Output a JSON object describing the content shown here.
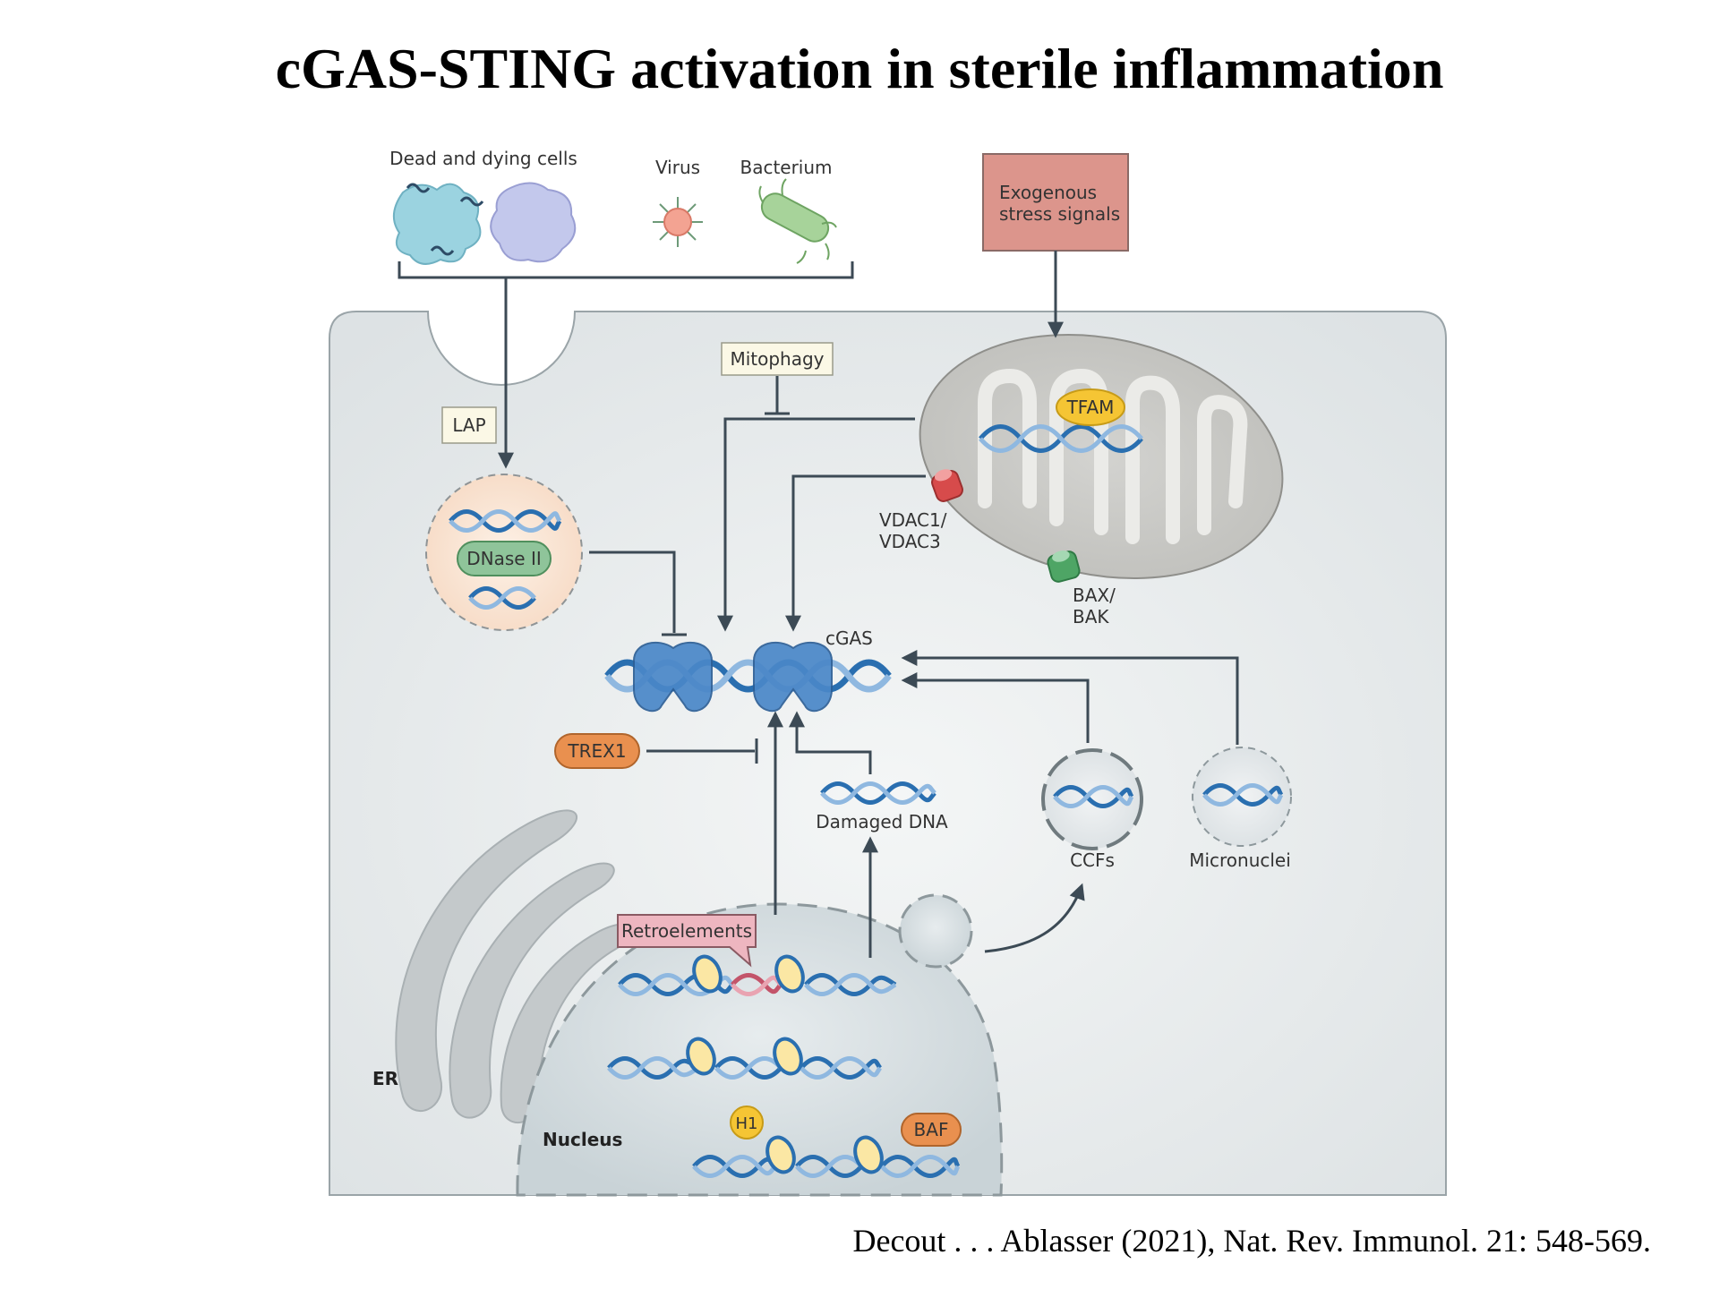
{
  "title": "cGAS-STING activation in sterile inflammation",
  "citation": "Decout . . . Ablasser (2021), Nat. Rev. Immunol. 21: 548-569.",
  "colors": {
    "cell": "#e6eaeb",
    "dna_blue": "#2a6fb0",
    "cgas_blue": "#4a87c8",
    "arrow": "#3c4a55",
    "stress_box": "#dc958c",
    "retro_box": "#eeb6c0",
    "trex1": "#e9904f",
    "dnase": "#8fc49a",
    "tfam": "#f5c534"
  },
  "labels": {
    "dead_cells": "Dead and dying cells",
    "virus": "Virus",
    "bacterium": "Bacterium",
    "exogenous": [
      "Exogenous",
      "stress signals"
    ],
    "mitophagy": "Mitophagy",
    "lap": "LAP",
    "dnase": "DNase II",
    "tfam": "TFAM",
    "vdac": [
      "VDAC1/",
      "VDAC3"
    ],
    "baxbak": [
      "BAX/",
      "BAK"
    ],
    "cgas": "cGAS",
    "trex1": "TREX1",
    "damaged_dna": "Damaged DNA",
    "ccfs": "CCFs",
    "micronuclei": "Micronuclei",
    "retroelements": "Retroelements",
    "er": "ER",
    "nucleus": "Nucleus",
    "h1": "H1",
    "baf": "BAF"
  }
}
